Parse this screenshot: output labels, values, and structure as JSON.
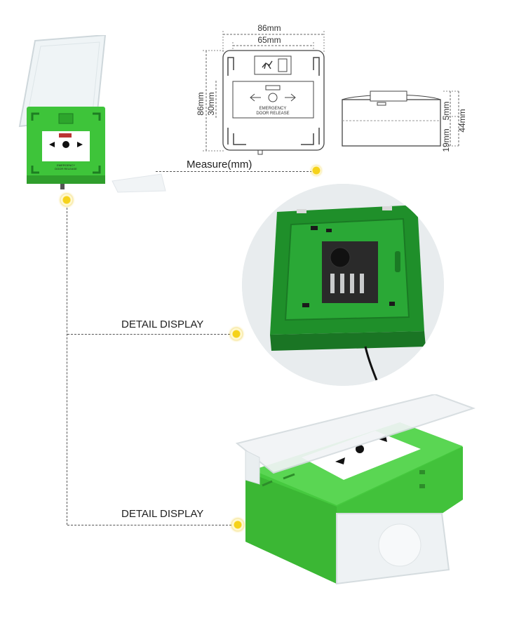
{
  "drawing": {
    "width_outer": "86mm",
    "width_inner": "65mm",
    "height_outer": "86mm",
    "height_inner": "30mm",
    "label_line1": "EMERGENCY",
    "label_line2": "DOOR RELEASE",
    "depth_a": "19mm",
    "depth_b": "5mm",
    "depth_total": "44mm"
  },
  "product_label": {
    "line1": "EMERGENCY",
    "line2": "DOOR RELEASE"
  },
  "captions": {
    "measure": "Measure(mm)",
    "detail_1": "DETAIL DISPLAY",
    "detail_2": "DETAIL DISPLAY"
  },
  "colors": {
    "product_green": "#3ec43a",
    "pcb_green": "#1f8f2a",
    "marker_yellow": "#f5d21a"
  }
}
